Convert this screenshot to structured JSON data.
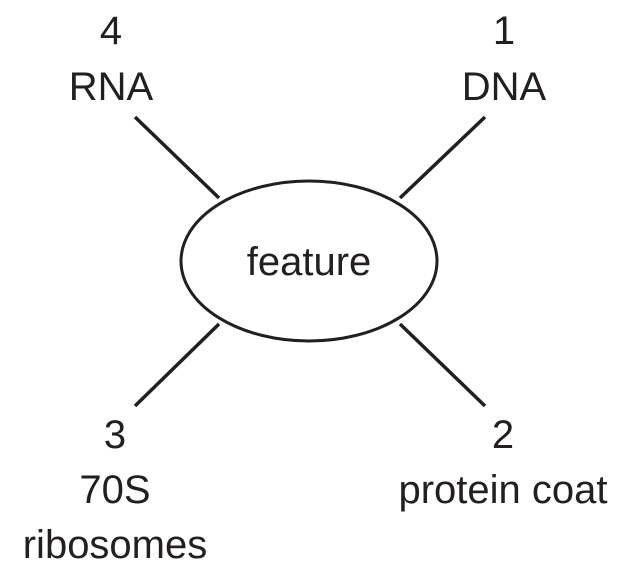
{
  "center": {
    "label": "feature"
  },
  "nodes": [
    {
      "number": "4",
      "lines": [
        "RNA"
      ]
    },
    {
      "number": "1",
      "lines": [
        "DNA"
      ]
    },
    {
      "number": "3",
      "lines": [
        "70S",
        "ribosomes"
      ]
    },
    {
      "number": "2",
      "lines": [
        "protein coat"
      ]
    }
  ],
  "colors": {
    "ink": "#231f20",
    "background": "#ffffff"
  }
}
